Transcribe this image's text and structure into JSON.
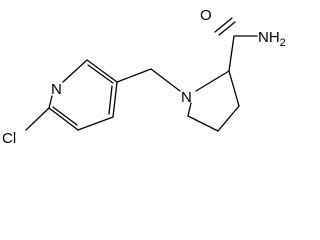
{
  "structure": {
    "labels": {
      "oxygen": "O",
      "amide_nitrogen": "NH",
      "amide_h_subscript": "2",
      "ring_nitrogen": "N",
      "pyridine_nitrogen": "N",
      "chlorine": "Cl"
    },
    "colors": {
      "bond": "#000000",
      "text": "#000000",
      "background": "#ffffff"
    }
  }
}
